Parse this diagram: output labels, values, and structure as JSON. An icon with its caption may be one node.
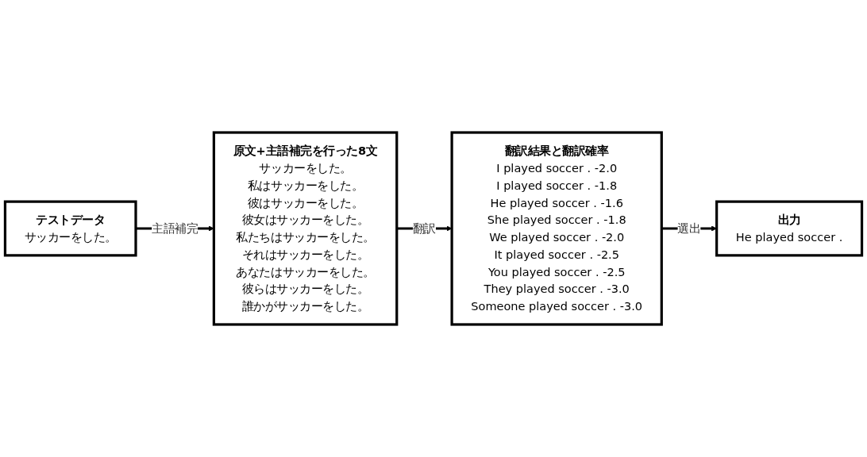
{
  "diagram": {
    "nodes": [
      {
        "text": [
          "テストデータ",
          "サッカーをした。"
        ]
      },
      {
        "text": [
          "出力",
          "He played soccer ."
        ]
      },
      {
        "text": [
          "原文+主語補完を行った8文",
          "サッカーをした。",
          "私はサッカーをした。",
          "彼はサッカーをした。",
          "彼女はサッカーをした。",
          "私たちはサッカーをした。",
          "それはサッカーをした。",
          "あなたはサッカーをした。",
          "彼らはサッカーをした。",
          "誰かがサッカーをした。"
        ]
      },
      {
        "text": [
          "翻訳結果と翻訳確率",
          "I played soccer .",
          "-2.0",
          "I played soccer .",
          "-1.8",
          "He played soccer .",
          "-1.6",
          "She played soccer .",
          "-1.8",
          "We played soccer .",
          "-2.0",
          "It played soccer .",
          "-2.5",
          "You played soccer .",
          "-2.5",
          "They played soccer .",
          "-3.0",
          "Someone played soccer .",
          "-3.0"
        ]
      }
    ],
    "edges": [
      {
        "from": 0,
        "to": 2,
        "label": "主語補完",
        "arrow": "to"
      },
      {
        "from": 2,
        "to": 3,
        "label": "翻訳",
        "arrow": "to"
      },
      {
        "from": 3,
        "to": 1,
        "label": "選出",
        "arrow": "to"
      }
    ]
  }
}
